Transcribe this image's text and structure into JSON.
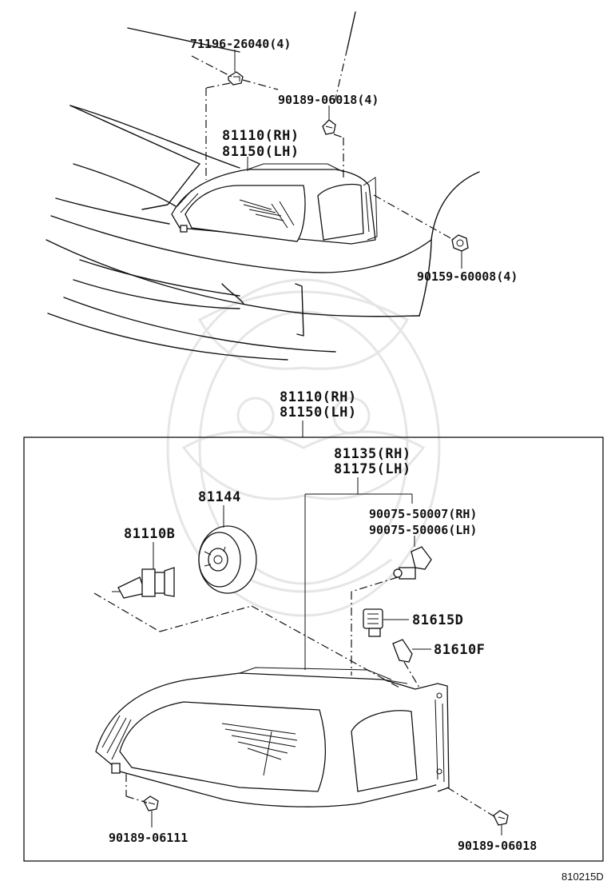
{
  "diagram_code": "810215D",
  "callouts": {
    "screw_nut": "71196-26040(4)",
    "top_clip": "90189-06018(4)",
    "lamp_rh_top": "81110(RH)",
    "lamp_lh_top": "81150(LH)",
    "side_bolt": "90159-60008(4)",
    "lamp_rh_box": "81110(RH)",
    "lamp_lh_box": "81150(LH)",
    "socket_rh": "81135(RH)",
    "socket_lh": "81175(LH)",
    "bulb_rh": "90075-50007(RH)",
    "bulb_lh": "90075-50006(LH)",
    "cover": "81144",
    "headlamp_bulb": "81110B",
    "socket_d": "81615D",
    "bulb_f": "81610F",
    "lower_clip_left": "90189-06111",
    "lower_clip_right": "90189-06018"
  }
}
